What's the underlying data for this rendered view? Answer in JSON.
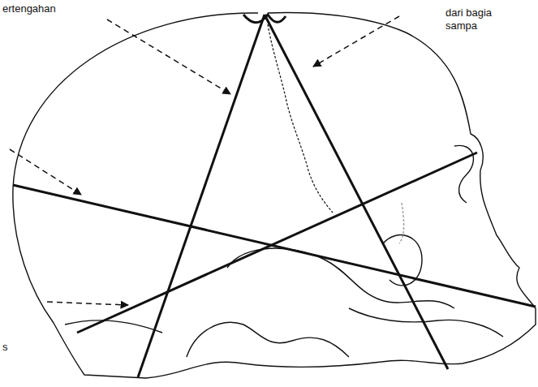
{
  "diagram": {
    "labels": [
      "ertengahan",
      "dari bagia sampa",
      "s"
    ]
  }
}
